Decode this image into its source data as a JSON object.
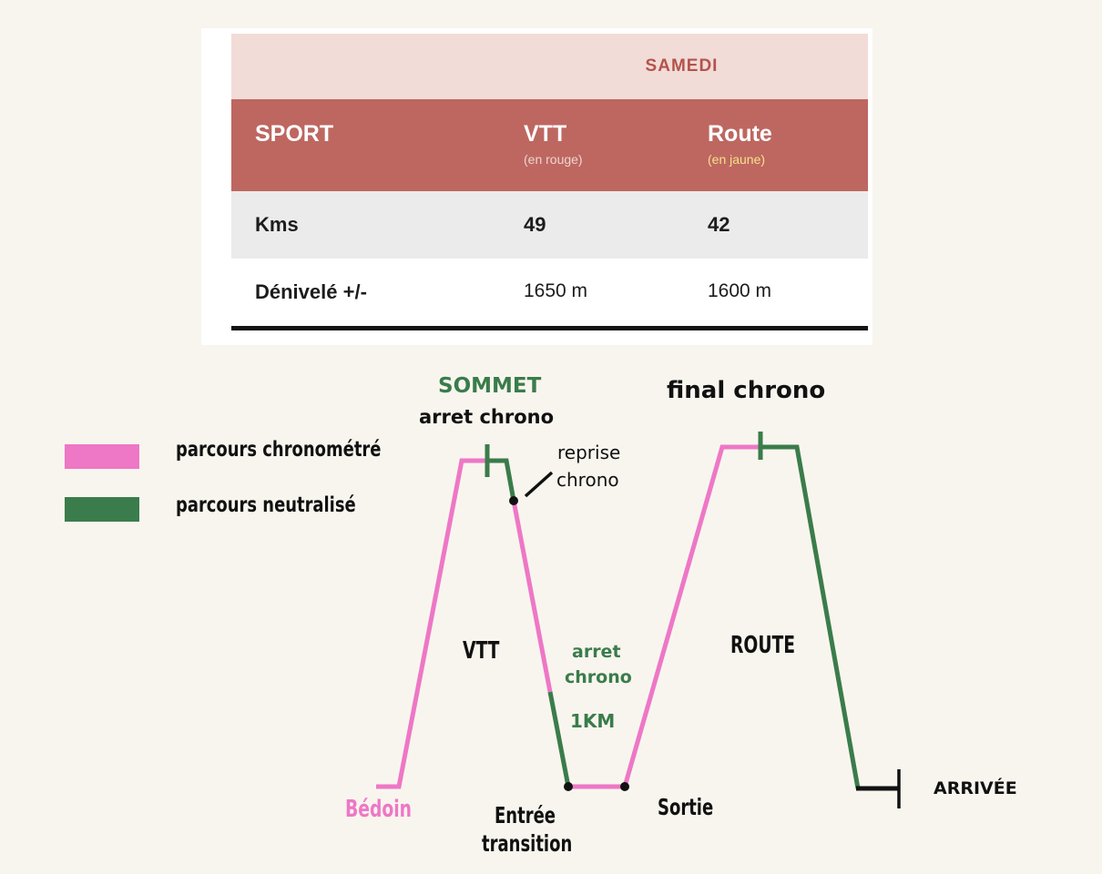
{
  "table": {
    "day": "SAMEDI",
    "header": {
      "sport": "SPORT",
      "vtt": "VTT",
      "vtt_sub": "(en rouge)",
      "route": "Route",
      "route_sub": "(en jaune)"
    },
    "rows": [
      {
        "label": "Kms",
        "vtt": "49",
        "route": "42"
      },
      {
        "label": "Dénivelé +/-",
        "vtt": "1650 m",
        "route": "1600 m"
      }
    ]
  },
  "legend": {
    "timed": {
      "label": "parcours chronométré",
      "color": "#ee77c6"
    },
    "neutral": {
      "label": "parcours neutralisé",
      "color": "#3a7c4b"
    }
  },
  "diagram": {
    "sommet": "SOMMET",
    "arret_chrono_top": "arret chrono",
    "reprise": "reprise",
    "reprise_chrono": "chrono",
    "final_chrono": "final chrono",
    "vtt": "VTT",
    "route": "ROUTE",
    "arret": "arret",
    "arret_chrono": "chrono",
    "km": "1KM",
    "bedoin": "Bédoin",
    "entree": "Entrée",
    "transition": "transition",
    "sortie": "Sortie",
    "arrivee": "ARRIVÉE"
  }
}
